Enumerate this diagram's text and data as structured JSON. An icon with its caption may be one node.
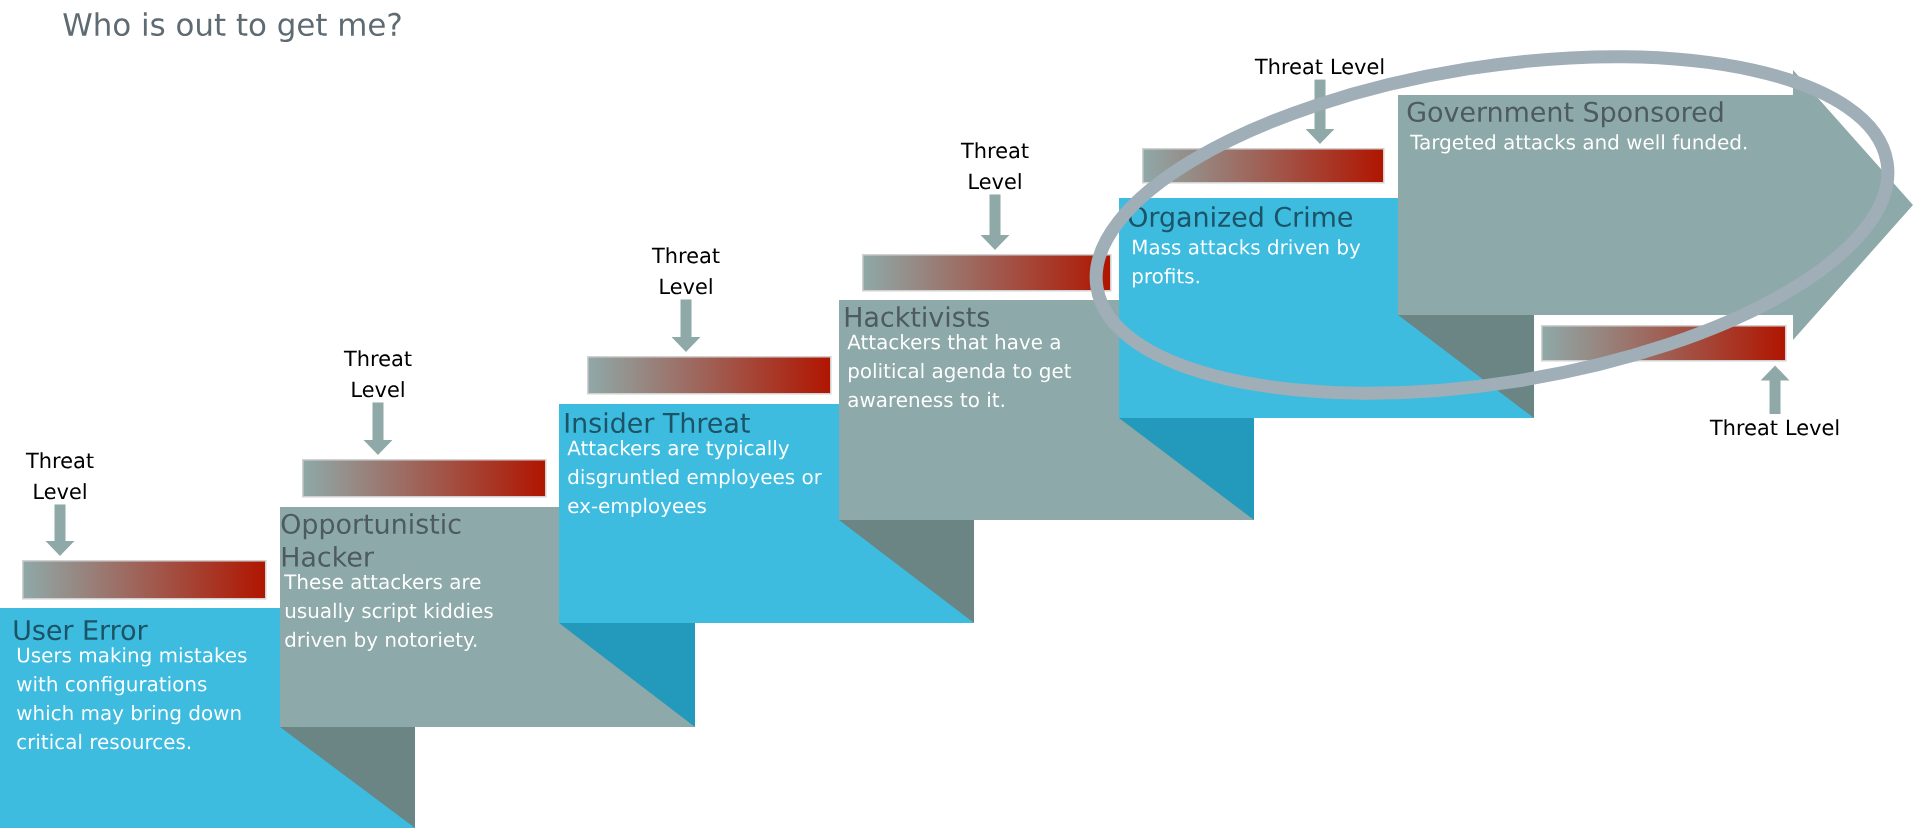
{
  "diagram": {
    "title": "Who is out to get me?",
    "nodes": [
      {
        "text": [
          "Threat Level"
        ]
      },
      {
        "text": [],
        "shape": "bar"
      },
      {
        "text": [
          "User Error",
          "Users making mistakes with configurations which may bring down critical resources."
        ]
      },
      {
        "text": [
          "Threat Level"
        ]
      },
      {
        "text": [],
        "shape": "bar"
      },
      {
        "text": [
          "Opportunistic Hacker",
          "These attackers are usually script kiddies driven by notoriety."
        ]
      },
      {
        "text": [
          "Threat Level"
        ]
      },
      {
        "text": [],
        "shape": "bar"
      },
      {
        "text": [
          "Insider Threat",
          "Attackers are typically disgruntled employees or ex-employees"
        ]
      },
      {
        "text": [
          "Threat Level"
        ]
      },
      {
        "text": [],
        "shape": "bar"
      },
      {
        "text": [
          "Hacktivists",
          "Attackers that have a political agenda  to get awareness to it."
        ]
      },
      {
        "text": [
          "Threat Level"
        ]
      },
      {
        "text": [],
        "shape": "bar"
      },
      {
        "text": [
          "Organized Crime",
          "Mass attacks driven by profits."
        ]
      },
      {
        "text": [
          "Threat Level"
        ]
      },
      {
        "text": [],
        "shape": "bar"
      },
      {
        "text": [
          "Government Sponsored",
          "Targeted attacks and well funded."
        ]
      }
    ],
    "edges": [
      {
        "from": 0,
        "to": 1,
        "arrow": "to"
      },
      {
        "from": 3,
        "to": 4,
        "arrow": "to"
      },
      {
        "from": 6,
        "to": 7,
        "arrow": "to"
      },
      {
        "from": 9,
        "to": 10,
        "arrow": "to"
      },
      {
        "from": 12,
        "to": 13,
        "arrow": "to"
      },
      {
        "from": 15,
        "to": 16,
        "arrow": "to"
      }
    ]
  }
}
